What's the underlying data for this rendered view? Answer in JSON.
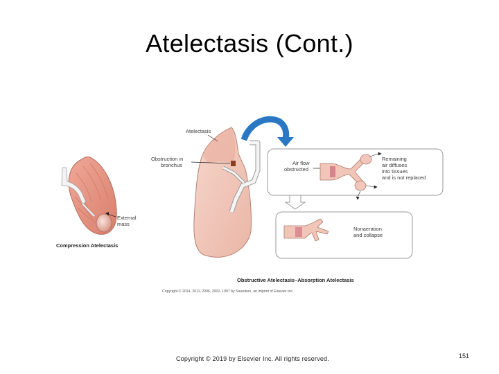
{
  "slide": {
    "title": "Atelectasis (Cont.)",
    "footer_copyright": "Copyright © 2019 by Elsevier Inc. All rights reserved.",
    "page_number": "151"
  },
  "figure": {
    "labels": {
      "atelectasis": "Atelectasis",
      "obstruction_line1": "Obstruction in",
      "obstruction_line2": "bronchus",
      "airflow_line1": "Air flow",
      "airflow_line2": "obstructed",
      "remaining_line1": "Remaining",
      "remaining_line2": "air diffuses",
      "remaining_line3": "into tissues",
      "remaining_line4": "and is not replaced",
      "nonaeration_line1": "Nonaeration",
      "nonaeration_line2": "and collapse",
      "external_line1": "External",
      "external_line2": "mass",
      "compression_caption": "Compression Atelectasis",
      "obstructive_caption": "Obstructive Atelectasis–Absorption Atelectasis",
      "figure_copyright": "Copyright © 2014, 2011, 2006, 2002, 1997 by Saunders, an imprint of Elsevier Inc."
    },
    "colors": {
      "lung_fill": "#f2c7bb",
      "lung_stroke": "#b98073",
      "collapsed_lung": "#e8a08e",
      "bronchus": "#f1f1f1",
      "arrow_blue": "#2a78c4",
      "box_stroke": "#9a9a9a"
    }
  }
}
